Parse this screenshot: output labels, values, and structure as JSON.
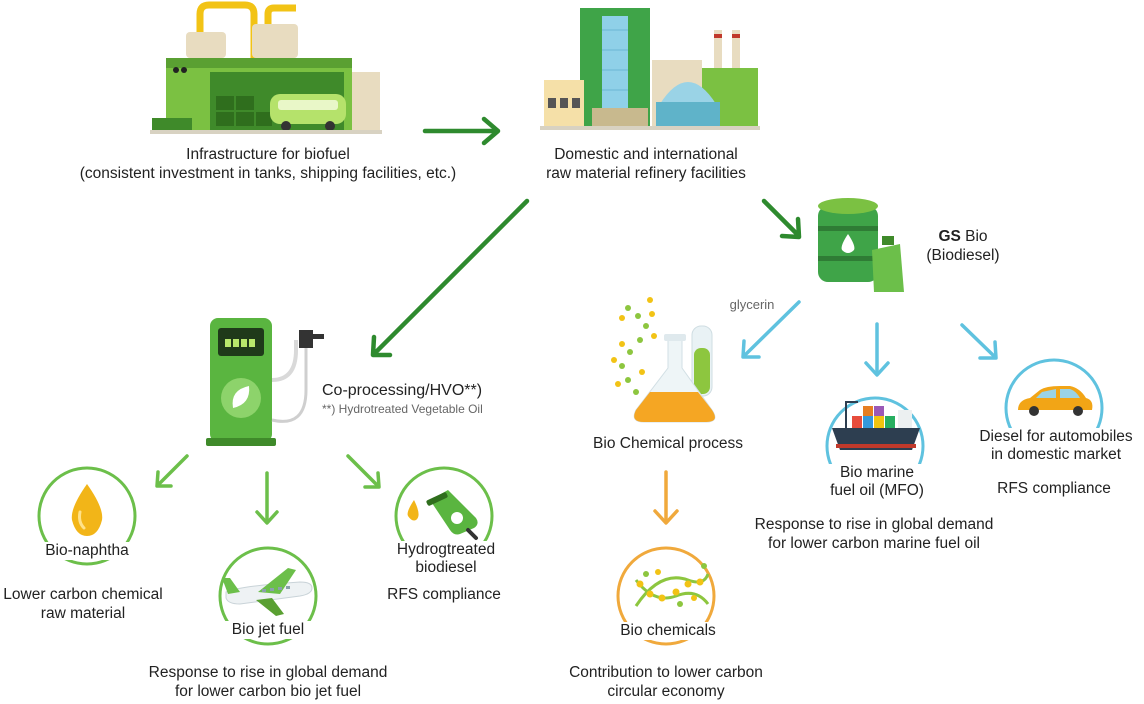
{
  "nodes": {
    "infrastructure": {
      "line1": "Infrastructure for biofuel",
      "line2": "(consistent investment in tanks, shipping facilities, etc.)"
    },
    "refinery": {
      "line1": "Domestic and international",
      "line2": "raw material refinery facilities"
    },
    "gs_bio": {
      "brand": "GS",
      "rest": " Bio",
      "line2": "(Biodiesel)"
    },
    "glycerin": "glycerin",
    "co_processing": {
      "title": "Co-processing/HVO**)",
      "note": "**) Hydrotreated Vegetable Oil"
    },
    "bio_chemical_process": "Bio Chemical process",
    "bio_naphtha": {
      "label": "Bio-naphtha",
      "desc1": "Lower carbon chemical",
      "desc2": "raw material"
    },
    "bio_jet_fuel": {
      "label": "Bio jet fuel",
      "desc1": "Response to rise in global demand",
      "desc2": "for lower carbon bio jet fuel"
    },
    "hydrotreated_biodiesel": {
      "label1": "Hydrogtreated",
      "label2": "biodiesel",
      "desc": "RFS compliance"
    },
    "bio_chemicals": {
      "label": "Bio chemicals",
      "desc1": "Contribution to lower carbon",
      "desc2": "circular economy"
    },
    "bio_marine": {
      "label1": "Bio marine",
      "label2": "fuel oil (MFO)",
      "desc1": "Response to rise in global demand",
      "desc2": "for lower carbon marine fuel oil"
    },
    "diesel_auto": {
      "label1": "Diesel for automobiles",
      "label2": "in domestic market",
      "desc": "RFS compliance"
    }
  },
  "colors": {
    "dark_green_arrow": "#2e8a2e",
    "light_green": "#6cbf4a",
    "blue_arrow": "#5fc2df",
    "orange": "#f0a93c"
  },
  "icons": {
    "infrastructure": "biofuel-plant-icon",
    "refinery": "refinery-icon",
    "gs_bio": "biodiesel-barrel-icon",
    "co_processing": "fuel-pump-icon",
    "bio_chemical_process": "chemistry-flask-icon",
    "bio_naphtha": "oil-drop-icon",
    "bio_jet_fuel": "airplane-icon",
    "hydrotreated_biodiesel": "fuel-nozzle-icon",
    "bio_chemicals": "dna-icon",
    "bio_marine": "cargo-ship-icon",
    "diesel_auto": "car-icon"
  }
}
